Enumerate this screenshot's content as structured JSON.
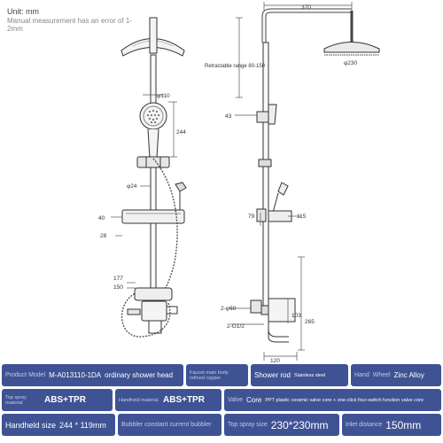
{
  "notes": {
    "unit": "Unit: mm",
    "measurement": "Manual measurement has an error of 1-2mm"
  },
  "dims": {
    "top_width": "370",
    "retract": "Retractable range 80-150",
    "head_dia": "φ230",
    "hand_dia": "φ110",
    "hand_len": "244",
    "rail_dia": "φ24",
    "d43": "43",
    "d40": "40",
    "d28": "28",
    "d79": "79",
    "d115": "115",
    "d177": "177",
    "d150": "150",
    "d60": "2-φ60",
    "g12": "2-G1/2",
    "d103": "103",
    "d265": "265",
    "d120": "120"
  },
  "specs": {
    "row1": {
      "product_model_key": "Product Model",
      "product_model_val": "M-A013110-1DA",
      "shower_head_type": "ordinary shower head",
      "faucet_key": "Faucet main body refined copper",
      "shower_rod_key": "Shower rod",
      "shower_rod_val": "Stainless steel",
      "hand_key": "Hand",
      "wheel_key": "Wheel",
      "wheel_val": "Zinc Alloy"
    },
    "row2": {
      "top_spray_key": "Top spray material",
      "top_spray_val": "ABS+TPR",
      "handheld_key": "Handheld material",
      "handheld_val": "ABS+TPR",
      "valve_key": "Valve",
      "core_key": "Core",
      "core_val": "PPT plastic ceramic valve core + one-click four-switch function valve core"
    },
    "row3": {
      "handheld_size_key": "Handheld size",
      "handheld_size_val": "244 * 119mm",
      "bubbler_key": "Bubbler constant current bubbler",
      "top_size_key": "Top spray size",
      "top_size_val": "230*230mm",
      "inlet_key": "Inlet distance",
      "inlet_val": "150mm"
    }
  }
}
